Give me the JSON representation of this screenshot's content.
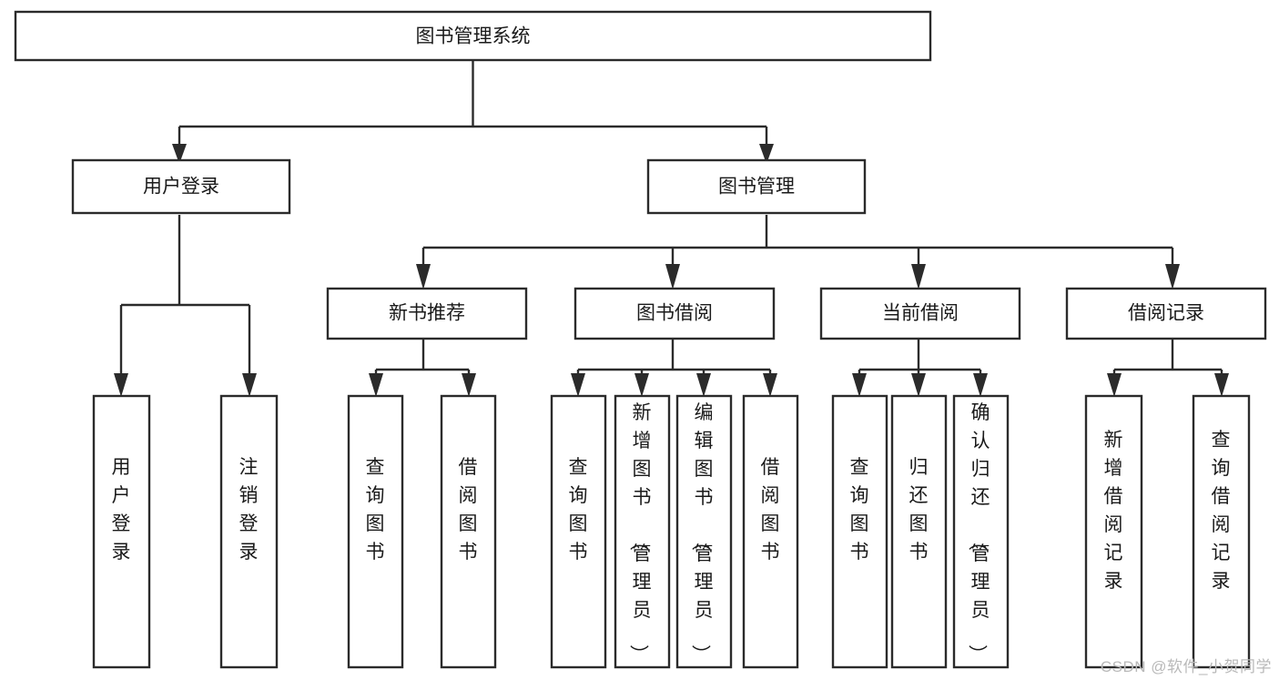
{
  "diagram": {
    "type": "hierarchy-tree",
    "title": "图书管理系统",
    "watermark": "CSDN @软件_小贺同学",
    "colors": {
      "stroke": "#2b2b2b",
      "fill": "#ffffff",
      "text": "#1a1a1a",
      "watermark": "#b9b9b9",
      "background": "#ffffff"
    },
    "levels": [
      {
        "level": 1,
        "nodes": [
          {
            "id": "root",
            "label": "图书管理系统",
            "orientation": "horizontal"
          }
        ]
      },
      {
        "level": 2,
        "nodes": [
          {
            "id": "user-login",
            "label": "用户登录",
            "orientation": "horizontal",
            "parent": "root"
          },
          {
            "id": "book-manage",
            "label": "图书管理",
            "orientation": "horizontal",
            "parent": "root"
          }
        ]
      },
      {
        "level": 3,
        "nodes": [
          {
            "id": "new-book-rec",
            "label": "新书推荐",
            "orientation": "horizontal",
            "parent": "book-manage"
          },
          {
            "id": "book-borrow",
            "label": "图书借阅",
            "orientation": "horizontal",
            "parent": "book-manage"
          },
          {
            "id": "current-borrow",
            "label": "当前借阅",
            "orientation": "horizontal",
            "parent": "book-manage"
          },
          {
            "id": "borrow-record",
            "label": "借阅记录",
            "orientation": "horizontal",
            "parent": "book-manage"
          }
        ]
      },
      {
        "level": 4,
        "nodes": [
          {
            "id": "leaf-1",
            "label": "用户登录",
            "orientation": "vertical",
            "parent": "user-login"
          },
          {
            "id": "leaf-2",
            "label": "注销登录",
            "orientation": "vertical",
            "parent": "user-login"
          },
          {
            "id": "leaf-3",
            "label": "查询图书",
            "orientation": "vertical",
            "parent": "new-book-rec"
          },
          {
            "id": "leaf-4",
            "label": "借阅图书",
            "orientation": "vertical",
            "parent": "new-book-rec"
          },
          {
            "id": "leaf-5",
            "label": "查询图书",
            "orientation": "vertical",
            "parent": "book-borrow"
          },
          {
            "id": "leaf-6",
            "label": "新增图书（管理员）",
            "orientation": "vertical",
            "parent": "book-borrow"
          },
          {
            "id": "leaf-7",
            "label": "编辑图书（管理员）",
            "orientation": "vertical",
            "parent": "book-borrow"
          },
          {
            "id": "leaf-8",
            "label": "借阅图书",
            "orientation": "vertical",
            "parent": "book-borrow"
          },
          {
            "id": "leaf-9",
            "label": "查询图书",
            "orientation": "vertical",
            "parent": "current-borrow"
          },
          {
            "id": "leaf-10",
            "label": "归还图书",
            "orientation": "vertical",
            "parent": "current-borrow"
          },
          {
            "id": "leaf-11",
            "label": "确认归还（管理员）",
            "orientation": "vertical",
            "parent": "current-borrow"
          },
          {
            "id": "leaf-12",
            "label": "新增借阅记录",
            "orientation": "vertical",
            "parent": "borrow-record"
          },
          {
            "id": "leaf-13",
            "label": "查询借阅记录",
            "orientation": "vertical",
            "parent": "borrow-record"
          }
        ]
      }
    ]
  }
}
